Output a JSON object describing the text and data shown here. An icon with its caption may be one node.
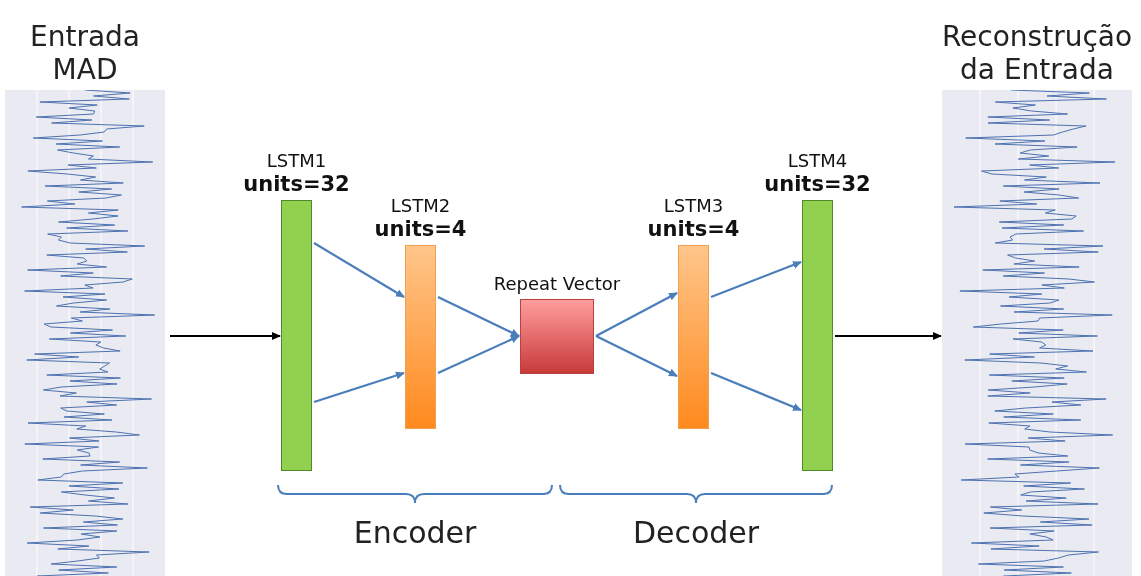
{
  "diagram": {
    "nodes": [
      {
        "text": [
          "Entrada MAD"
        ]
      },
      {
        "text": [
          "LSTM1",
          "units=32"
        ]
      },
      {
        "text": [
          "LSTM2",
          "units=4"
        ]
      },
      {
        "text": [
          "Repeat Vector"
        ]
      },
      {
        "text": [
          "LSTM3",
          "units=4"
        ]
      },
      {
        "text": [
          "LSTM4",
          "units=32"
        ]
      },
      {
        "text": [
          "Reconstrução da Entrada"
        ]
      }
    ],
    "edges": [
      {
        "from": 0,
        "to": 1,
        "arrow": "to",
        "color": "#000000"
      },
      {
        "from": 1,
        "to": 2,
        "arrow": "to"
      },
      {
        "from": 1,
        "to": 2,
        "arrow": "to"
      },
      {
        "from": 2,
        "to": 3,
        "arrow": "to"
      },
      {
        "from": 2,
        "to": 3,
        "arrow": "to"
      },
      {
        "from": 3,
        "to": 4,
        "arrow": "to"
      },
      {
        "from": 3,
        "to": 4,
        "arrow": "to"
      },
      {
        "from": 4,
        "to": 5,
        "arrow": "to"
      },
      {
        "from": 4,
        "to": 5,
        "arrow": "to"
      },
      {
        "from": 5,
        "to": 6,
        "arrow": "to",
        "color": "#000000"
      }
    ],
    "labels": [
      "Encoder",
      "Decoder"
    ]
  }
}
